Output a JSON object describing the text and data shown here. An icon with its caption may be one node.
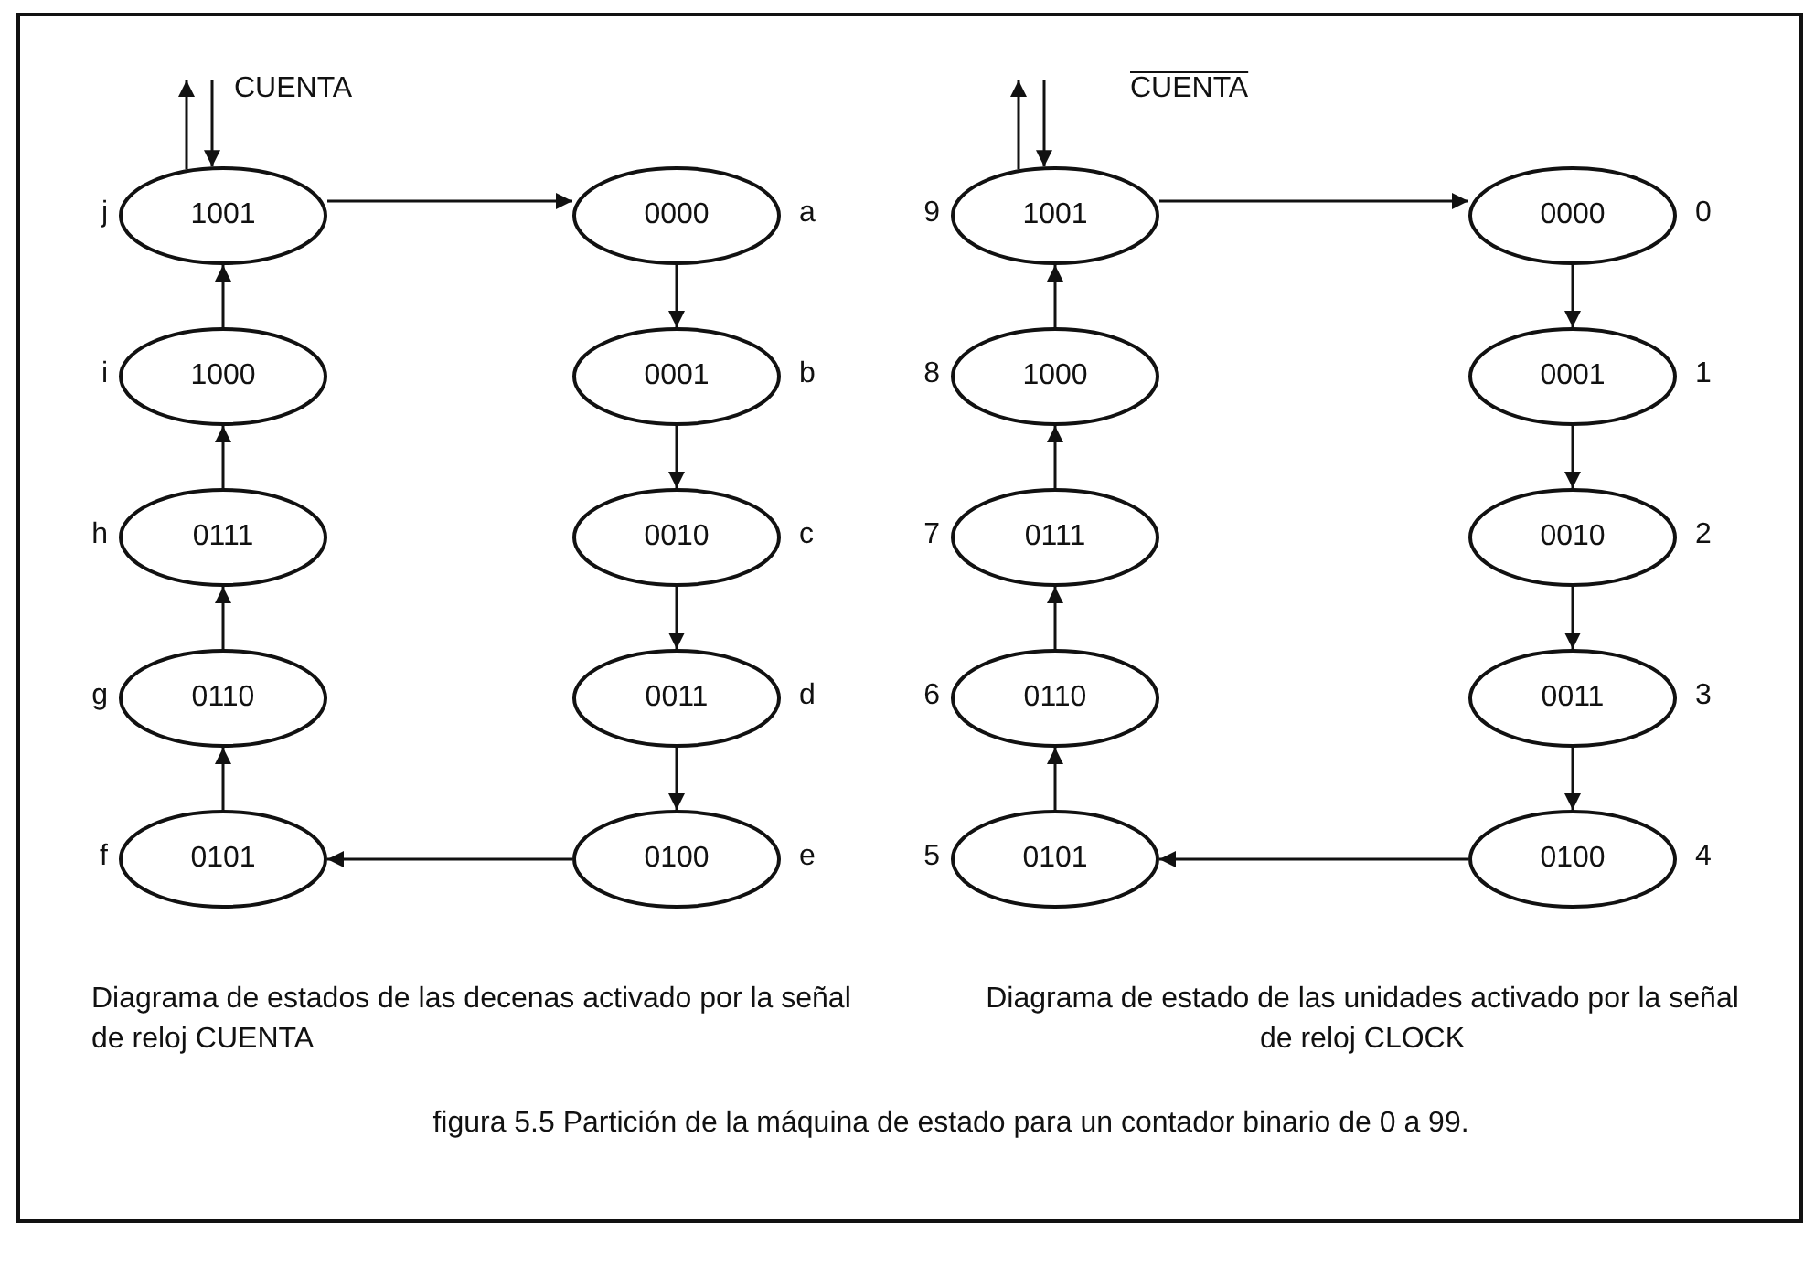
{
  "diagram": {
    "caption": "figura 5.5 Partición de la máquina de estado para un contador binario  de 0 a 99.",
    "nodes": [
      {
        "text": [
          "1001"
        ],
        "beside": [
          "j"
        ]
      },
      {
        "text": [
          "0000"
        ],
        "beside": [
          "a"
        ]
      },
      {
        "text": [
          "1000"
        ],
        "beside": [
          "i"
        ]
      },
      {
        "text": [
          "0001"
        ],
        "beside": [
          "b"
        ]
      },
      {
        "text": [
          "0111"
        ],
        "beside": [
          "h"
        ]
      },
      {
        "text": [
          "0010"
        ],
        "beside": [
          "c"
        ]
      },
      {
        "text": [
          "0110"
        ],
        "beside": [
          "g"
        ]
      },
      {
        "text": [
          "0011"
        ],
        "beside": [
          "d"
        ]
      },
      {
        "text": [
          "0101"
        ],
        "beside": [
          "f"
        ]
      },
      {
        "text": [
          "0100"
        ],
        "beside": [
          "e"
        ]
      },
      {
        "text": [
          "1001"
        ],
        "beside": [
          "9"
        ]
      },
      {
        "text": [
          "0000"
        ],
        "beside": [
          "0"
        ]
      },
      {
        "text": [
          "1000"
        ],
        "beside": [
          "8"
        ]
      },
      {
        "text": [
          "0001"
        ],
        "beside": [
          "1"
        ]
      },
      {
        "text": [
          "0111"
        ],
        "beside": [
          "7"
        ]
      },
      {
        "text": [
          "0010"
        ],
        "beside": [
          "2"
        ]
      },
      {
        "text": [
          "0110"
        ],
        "beside": [
          "6"
        ]
      },
      {
        "text": [
          "0011"
        ],
        "beside": [
          "3"
        ]
      },
      {
        "text": [
          "0101"
        ],
        "beside": [
          "5"
        ]
      },
      {
        "text": [
          "0100"
        ],
        "beside": [
          "4"
        ]
      }
    ],
    "edges": [
      {
        "from": 0,
        "to": null,
        "arrow": "to"
      },
      {
        "from": null,
        "to": 0,
        "arrow": "to"
      },
      {
        "from": 0,
        "to": 1,
        "arrow": "to"
      },
      {
        "from": 1,
        "to": 3,
        "arrow": "to"
      },
      {
        "from": 3,
        "to": 5,
        "arrow": "to"
      },
      {
        "from": 5,
        "to": 7,
        "arrow": "to"
      },
      {
        "from": 7,
        "to": 9,
        "arrow": "to"
      },
      {
        "from": 9,
        "to": 8,
        "arrow": "to"
      },
      {
        "from": 8,
        "to": 6,
        "arrow": "to"
      },
      {
        "from": 6,
        "to": 4,
        "arrow": "to"
      },
      {
        "from": 4,
        "to": 2,
        "arrow": "to"
      },
      {
        "from": 2,
        "to": 0,
        "arrow": "to"
      },
      {
        "from": 10,
        "to": null,
        "arrow": "to"
      },
      {
        "from": null,
        "to": 10,
        "arrow": "to"
      },
      {
        "from": 10,
        "to": 11,
        "arrow": "to"
      },
      {
        "from": 11,
        "to": 13,
        "arrow": "to"
      },
      {
        "from": 13,
        "to": 15,
        "arrow": "to"
      },
      {
        "from": 15,
        "to": 17,
        "arrow": "to"
      },
      {
        "from": 17,
        "to": 19,
        "arrow": "to"
      },
      {
        "from": 19,
        "to": 18,
        "arrow": "to"
      },
      {
        "from": 18,
        "to": 16,
        "arrow": "to"
      },
      {
        "from": 16,
        "to": 14,
        "arrow": "to"
      },
      {
        "from": 14,
        "to": 12,
        "arrow": "to"
      },
      {
        "from": 12,
        "to": 10,
        "arrow": "to"
      }
    ],
    "labels": [
      "CUENTA",
      "CUENTA",
      "Diagrama de estados de las decenas activado por la señal de reloj CUENTA",
      "Diagrama de estado de las unidades activado por la señal de reloj CLOCK"
    ]
  }
}
